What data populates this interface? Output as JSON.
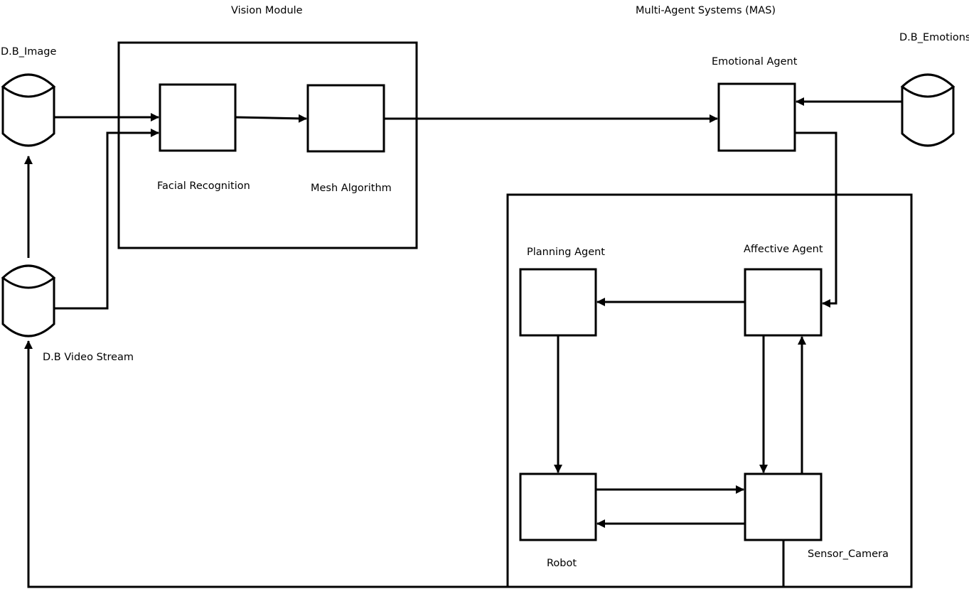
{
  "labels": {
    "vision_module": "Vision Module",
    "mas": "Multi-Agent Systems (MAS)",
    "db_image": "D.B_Image",
    "db_emotions": "D.B_Emotions",
    "db_video_stream": "D.B Video Stream",
    "facial_recognition": "Facial Recognition",
    "mesh_algorithm": "Mesh Algorithm",
    "emotional_agent": "Emotional Agent",
    "planning_agent": "Planning Agent",
    "affective_agent": "Affective Agent",
    "robot": "Robot",
    "sensor_camera": "Sensor_Camera"
  },
  "colors": {
    "stroke": "#000000",
    "background": "#ffffff"
  }
}
